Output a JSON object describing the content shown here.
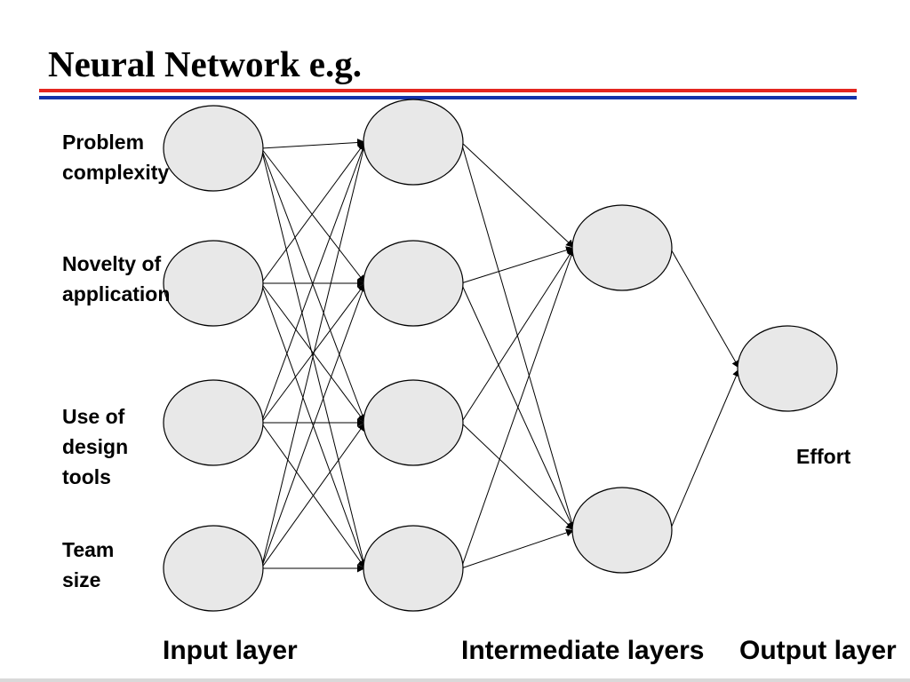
{
  "slide": {
    "title": "Neural Network e.g.",
    "accent_colors": {
      "rule_top": "#e3261f",
      "rule_bottom": "#1133aa",
      "node_fill": "#e8e8e8"
    }
  },
  "network": {
    "input_labels": [
      [
        "Problem",
        "complexity"
      ],
      [
        "Novelty of",
        "application"
      ],
      [
        "Use of",
        "design",
        "tools"
      ],
      [
        "Team",
        "size"
      ]
    ],
    "output_label": "Effort",
    "layer_labels": {
      "input": "Input layer",
      "intermediate": "Intermediate layers",
      "output": "Output layer"
    }
  }
}
